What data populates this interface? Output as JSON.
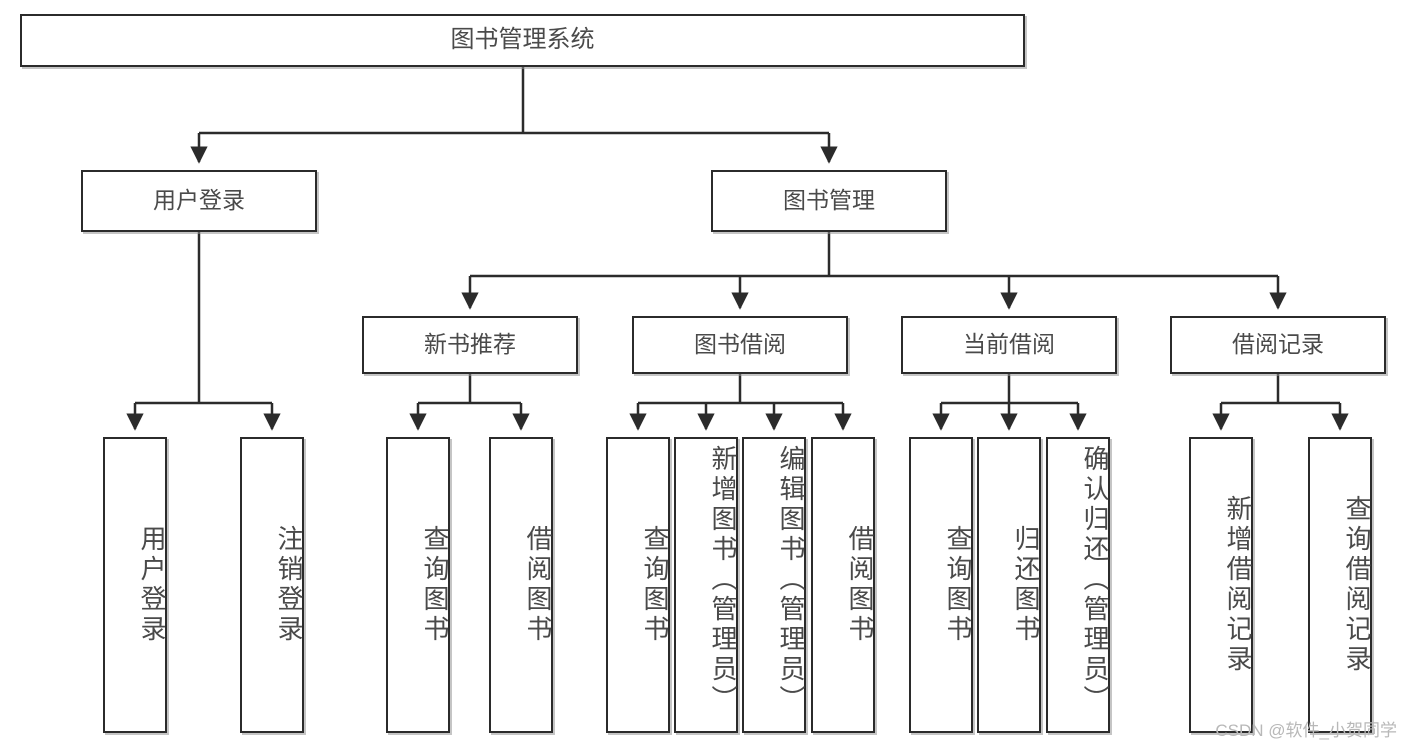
{
  "diagram": {
    "type": "tree-hierarchy",
    "title": "图书管理系统",
    "watermark": "CSDN @软件_小贺同学",
    "colors": {
      "box_border": "#2b2b2b",
      "box_fill": "#ffffff",
      "text": "#4a4a4a",
      "connector": "#2b2b2b",
      "watermark": "#b8b8b8"
    },
    "nodes": {
      "root": {
        "label": "图书管理系统"
      },
      "level2": [
        {
          "id": "user-login",
          "label": "用户登录"
        },
        {
          "id": "book-management",
          "label": "图书管理"
        }
      ],
      "level3": [
        {
          "id": "new-book-recommend",
          "label": "新书推荐"
        },
        {
          "id": "book-borrow",
          "label": "图书借阅"
        },
        {
          "id": "current-borrow",
          "label": "当前借阅"
        },
        {
          "id": "borrow-record",
          "label": "借阅记录"
        }
      ],
      "leaves": [
        {
          "id": "leaf-user-login",
          "parent": "user-login",
          "label": "用户登录"
        },
        {
          "id": "leaf-logout-login",
          "parent": "user-login",
          "label": "注销登录"
        },
        {
          "id": "leaf-query-book-1",
          "parent": "new-book-recommend",
          "label": "查询图书"
        },
        {
          "id": "leaf-borrow-book-1",
          "parent": "new-book-recommend",
          "label": "借阅图书"
        },
        {
          "id": "leaf-query-book-2",
          "parent": "book-borrow",
          "label": "查询图书"
        },
        {
          "id": "leaf-add-book",
          "parent": "book-borrow",
          "label": "新增图书（管理员）"
        },
        {
          "id": "leaf-edit-book",
          "parent": "book-borrow",
          "label": "编辑图书（管理员）"
        },
        {
          "id": "leaf-borrow-book-2",
          "parent": "book-borrow",
          "label": "借阅图书"
        },
        {
          "id": "leaf-query-book-3",
          "parent": "current-borrow",
          "label": "查询图书"
        },
        {
          "id": "leaf-return-book",
          "parent": "current-borrow",
          "label": "归还图书"
        },
        {
          "id": "leaf-confirm-return",
          "parent": "current-borrow",
          "label": "确认归还（管理员）"
        },
        {
          "id": "leaf-add-record",
          "parent": "borrow-record",
          "label": "新增借阅记录"
        },
        {
          "id": "leaf-query-record",
          "parent": "borrow-record",
          "label": "查询借阅记录"
        }
      ]
    }
  }
}
